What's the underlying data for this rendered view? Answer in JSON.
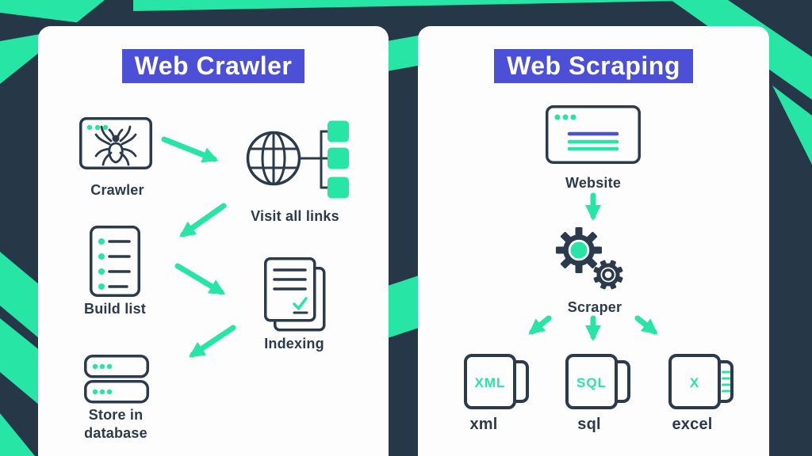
{
  "colors": {
    "background": "#263748",
    "stripe_green": "#26E5A5",
    "title_background": "#4C50D6",
    "title_text": "#FFFFFF",
    "icon_ink": "#2B3A4C",
    "card_background": "#FDFDFD",
    "website_line_purple": "#4C50D6"
  },
  "left_panel": {
    "title": "Web Crawler",
    "crawler": {
      "label": "Crawler",
      "icon": "spider-browser-icon"
    },
    "visit": {
      "label": "Visit all links",
      "icon": "globe-links-icon"
    },
    "build": {
      "label": "Build list",
      "icon": "checklist-icon"
    },
    "indexing": {
      "label": "Indexing",
      "icon": "documents-check-icon"
    },
    "store": {
      "label_line1": "Store in",
      "label_line2": "database",
      "icon": "database-servers-icon"
    }
  },
  "right_panel": {
    "title": "Web Scraping",
    "website": {
      "label": "Website",
      "icon": "browser-window-icon"
    },
    "scraper": {
      "label": "Scraper",
      "icon": "gears-icon"
    },
    "outputs": [
      {
        "file_text": "XML",
        "label": "xml",
        "icon": "xml-file-icon"
      },
      {
        "file_text": "SQL",
        "label": "sql",
        "icon": "sql-file-icon"
      },
      {
        "file_text": "X",
        "label": "excel",
        "icon": "excel-file-icon"
      }
    ]
  }
}
